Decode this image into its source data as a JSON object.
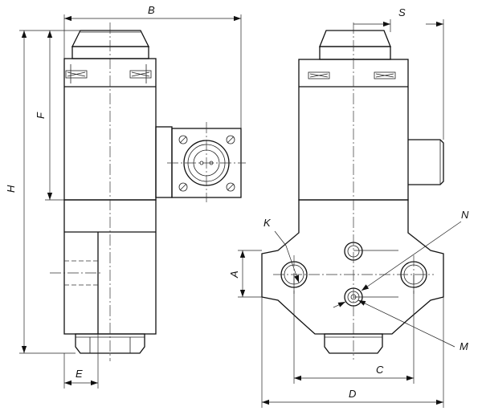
{
  "labels": {
    "B": "B",
    "S": "S",
    "H": "H",
    "F": "F",
    "E": "E",
    "K": "K",
    "N": "N",
    "A": "A",
    "M": "M",
    "C": "C",
    "D": "D"
  }
}
